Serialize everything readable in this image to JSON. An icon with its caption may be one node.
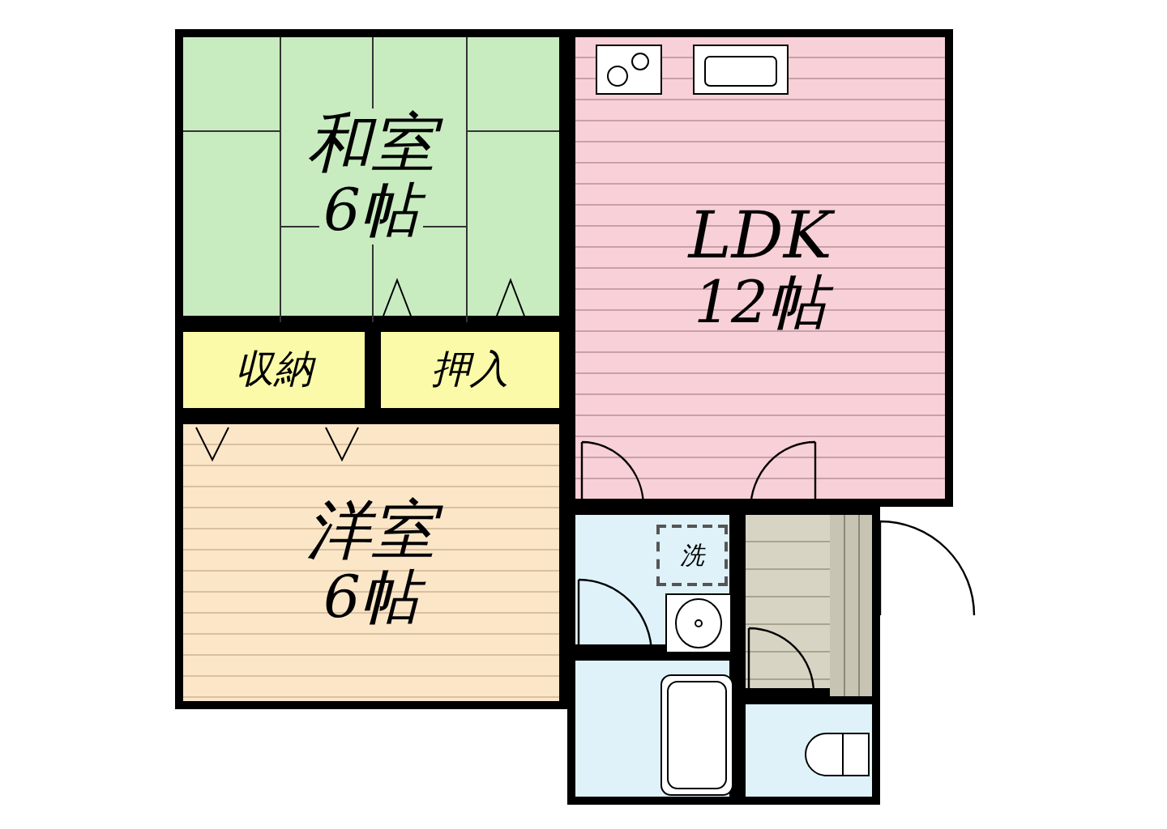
{
  "diagram": {
    "nodes": [
      {
        "text": [
          "和室",
          "6帖"
        ]
      },
      {
        "text": [
          "LDK",
          "12帖"
        ]
      },
      {
        "text": [
          "収納"
        ]
      },
      {
        "text": [
          "押入"
        ]
      },
      {
        "text": [
          "洋室",
          "6帖"
        ]
      },
      {
        "text": [],
        "shape": "box"
      },
      {
        "text": [
          "洗"
        ],
        "in": 5
      },
      {
        "text": [],
        "shape": "box"
      },
      {
        "text": [],
        "shape": "box"
      },
      {
        "text": [],
        "shape": "box"
      }
    ]
  }
}
